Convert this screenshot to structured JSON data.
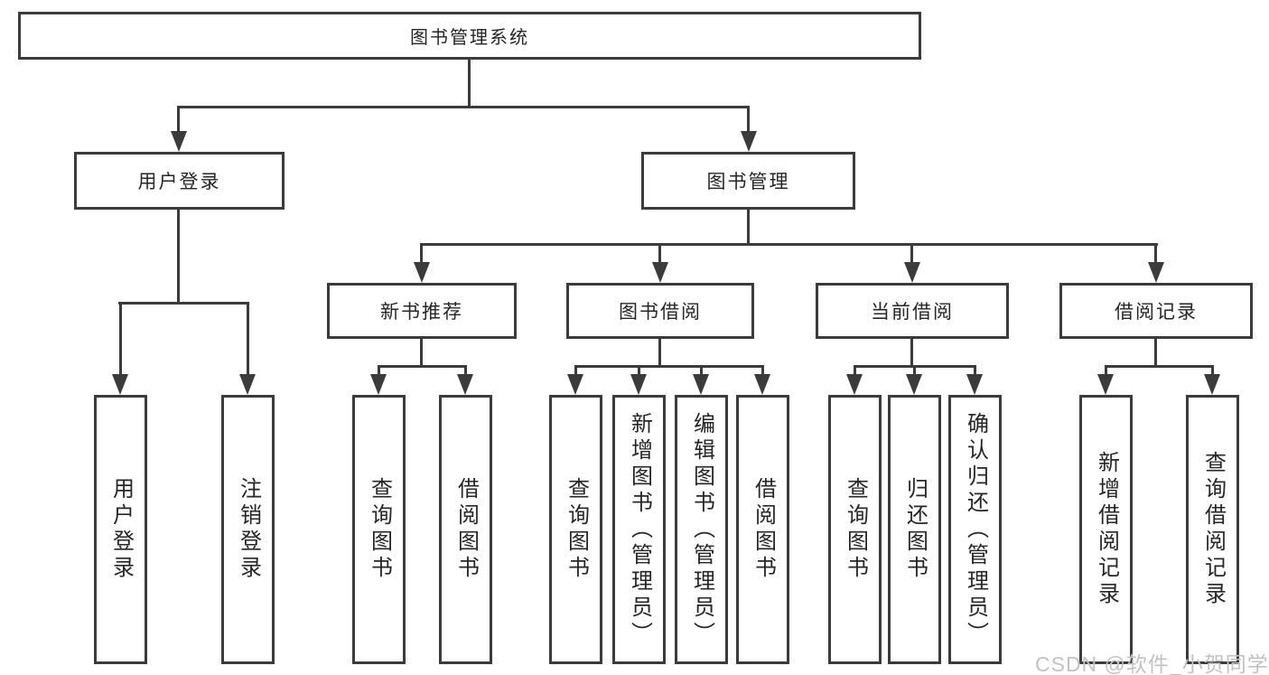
{
  "watermark": "CSDN @软件_小贺同学",
  "colors": {
    "line": "#3b3b3b",
    "text": "#262626",
    "watermark": "#c2c2c2",
    "background": "#ffffff"
  },
  "tree": {
    "label": "图书管理系统",
    "children": [
      {
        "label": "用户登录",
        "children": [
          {
            "label": "用户登录"
          },
          {
            "label": "注销登录"
          }
        ]
      },
      {
        "label": "图书管理",
        "children": [
          {
            "label": "新书推荐",
            "children": [
              {
                "label": "查询图书"
              },
              {
                "label": "借阅图书"
              }
            ]
          },
          {
            "label": "图书借阅",
            "children": [
              {
                "label": "查询图书"
              },
              {
                "label": "新增图书（管理员）"
              },
              {
                "label": "编辑图书（管理员）"
              },
              {
                "label": "借阅图书"
              }
            ]
          },
          {
            "label": "当前借阅",
            "children": [
              {
                "label": "查询图书"
              },
              {
                "label": "归还图书"
              },
              {
                "label": "确认归还（管理员）"
              }
            ]
          },
          {
            "label": "借阅记录",
            "children": [
              {
                "label": "新增借阅记录"
              },
              {
                "label": "查询借阅记录"
              }
            ]
          }
        ]
      }
    ]
  }
}
